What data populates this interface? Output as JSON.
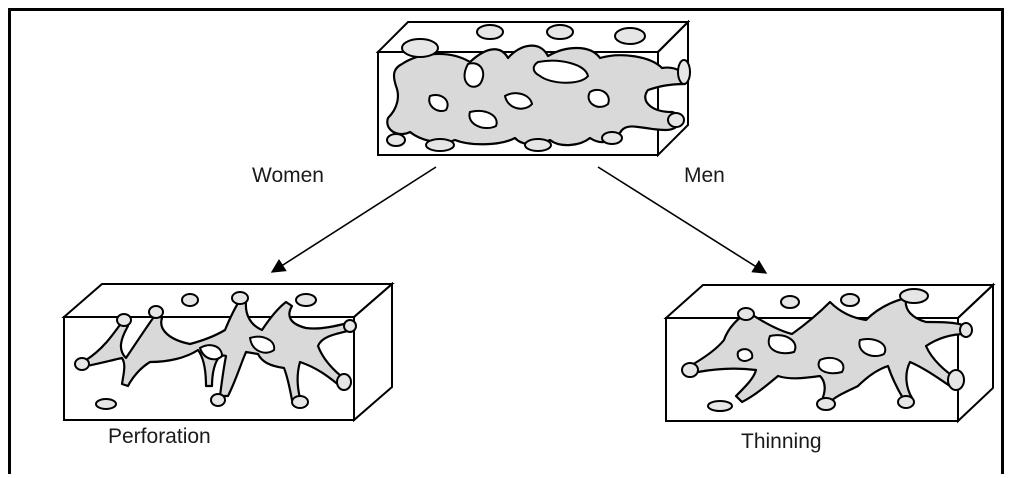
{
  "diagram": {
    "top_cube": {
      "kind": "normal-trabecular-bone"
    },
    "branches": [
      {
        "label": "Women",
        "result_label": "Perforation"
      },
      {
        "label": "Men",
        "result_label": "Thinning"
      }
    ]
  },
  "colors": {
    "tissue_fill": "#d9d9d9",
    "stroke": "#000000",
    "background": "#ffffff"
  }
}
